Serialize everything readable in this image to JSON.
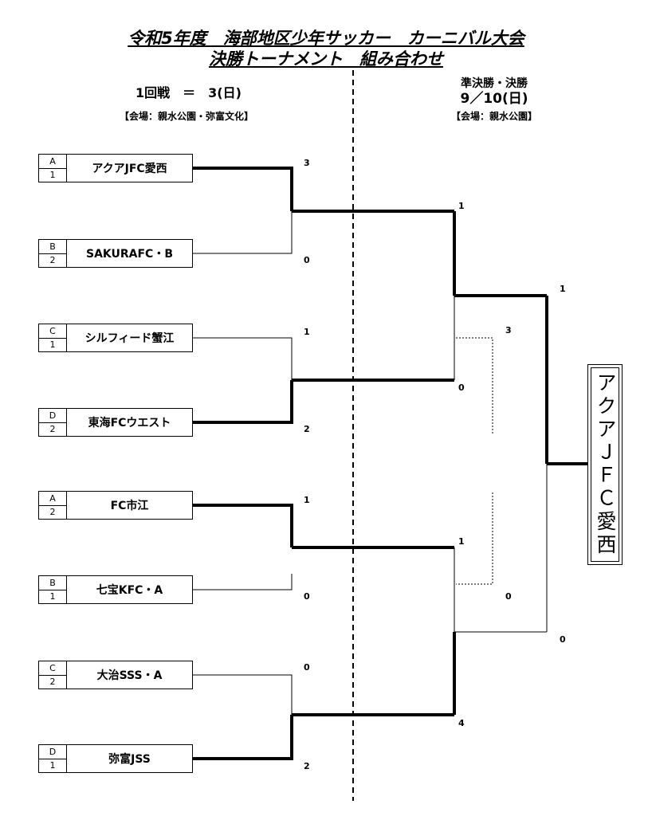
{
  "header": {
    "title_line1": "令和5年度　海部地区少年サッカー　カーニバル大会",
    "title_line2": "決勝トーナメント　組み合わせ",
    "round1_label": "1回戦　＝　3(日)",
    "round1_venue": "【会場：親水公園・弥富文化】",
    "final_label": "準決勝・決勝",
    "final_date": "9／10(日)",
    "final_venue": "【会場：親水公園】"
  },
  "teams": [
    {
      "group": "A",
      "rank": "1",
      "name": "アクアJFC愛西"
    },
    {
      "group": "B",
      "rank": "2",
      "name": "SAKURAFC・B"
    },
    {
      "group": "C",
      "rank": "1",
      "name": "シルフィード蟹江"
    },
    {
      "group": "D",
      "rank": "2",
      "name": "東海FCウエスト"
    },
    {
      "group": "A",
      "rank": "2",
      "name": "FC市江"
    },
    {
      "group": "B",
      "rank": "1",
      "name": "七宝KFC・A"
    },
    {
      "group": "C",
      "rank": "2",
      "name": "大治SSS・A"
    },
    {
      "group": "D",
      "rank": "1",
      "name": "弥富JSS"
    }
  ],
  "scores": {
    "r1": [
      "3",
      "0",
      "1",
      "2",
      "1",
      "0",
      "0",
      "2"
    ],
    "qf": [
      "1",
      "0",
      "1",
      "4"
    ],
    "sf_inner": [
      "3",
      "0"
    ],
    "final": [
      "1",
      "0"
    ]
  },
  "champion": "アクアＪＦＣ愛西"
}
